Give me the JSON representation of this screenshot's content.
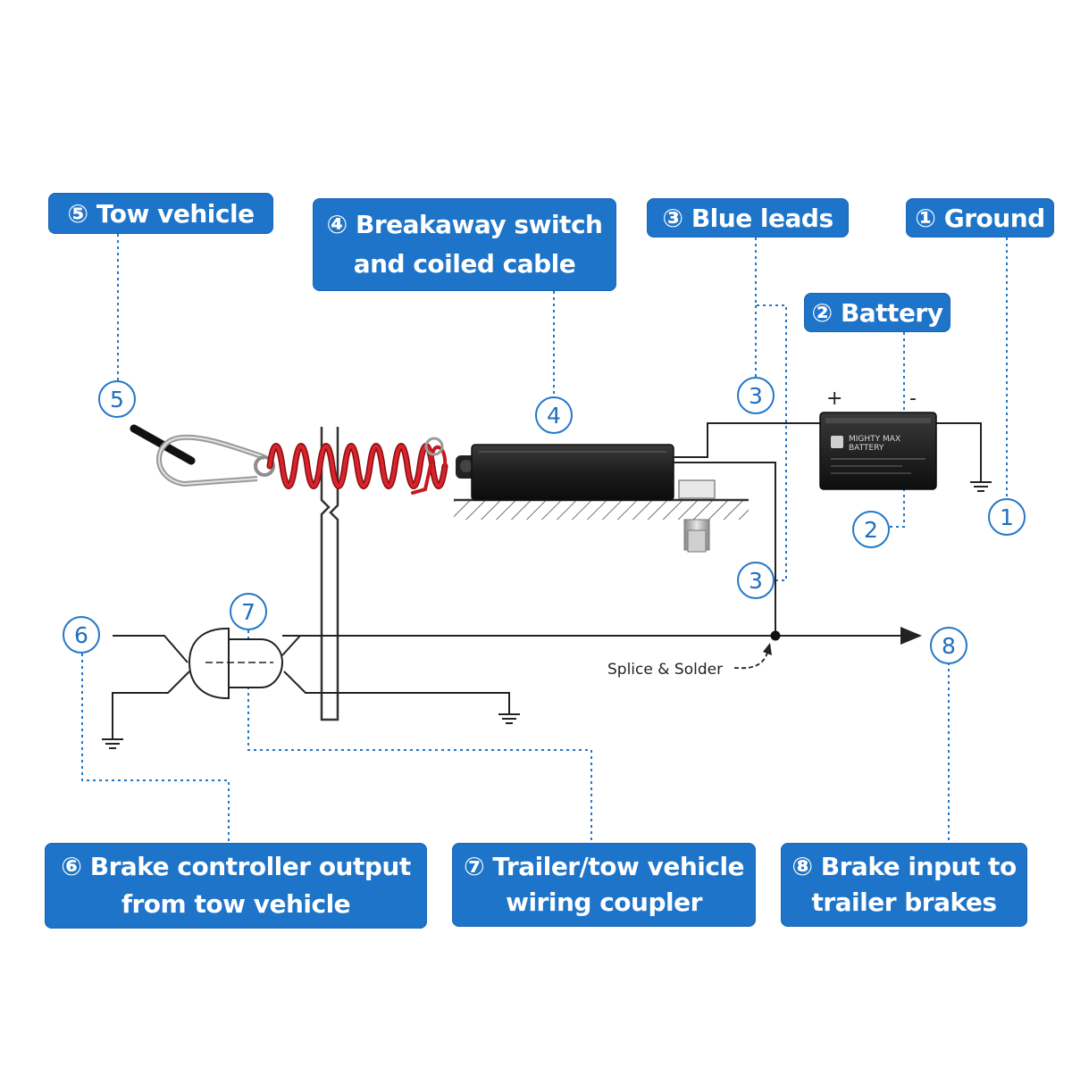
{
  "colors": {
    "accent_blue": "#1e74c8",
    "wire": "#222222",
    "coil_red": "#c8181e",
    "battery": "#1a1a1a",
    "switch_box": "#1c1c1c",
    "dotted_leader": "#2377c9"
  },
  "labels": {
    "ground": "① Ground",
    "battery": "② Battery",
    "blue_leads": "③ Blue leads",
    "breakaway_line1": "④ Breakaway switch",
    "breakaway_line2": "and coiled cable",
    "tow_vehicle": "⑤ Tow vehicle",
    "brake_controller_line1": "⑥ Brake controller output",
    "brake_controller_line2": "from tow vehicle",
    "coupler_line1": "⑦ Trailer/tow vehicle",
    "coupler_line2": "wiring coupler",
    "brake_input_line1": "⑧ Brake input to",
    "brake_input_line2": "trailer brakes"
  },
  "badges": {
    "one": "1",
    "two": "2",
    "three_top": "3",
    "three_bottom": "3",
    "four": "4",
    "five": "5",
    "six": "6",
    "seven": "7",
    "eight": "8"
  },
  "annotations": {
    "splice": "Splice & Solder",
    "battery_plus": "+",
    "battery_minus": "-",
    "battery_brand_line1": "MIGHTY MAX",
    "battery_brand_line2": "BATTERY"
  },
  "icons": {
    "ground_symbol": "ground-symbol-icon",
    "arrow": "arrow-right-icon",
    "hook": "snap-hook-icon",
    "coil": "coiled-cable-icon",
    "battery": "battery-icon",
    "switch": "breakaway-switch-icon",
    "coupler": "wiring-coupler-icon"
  }
}
